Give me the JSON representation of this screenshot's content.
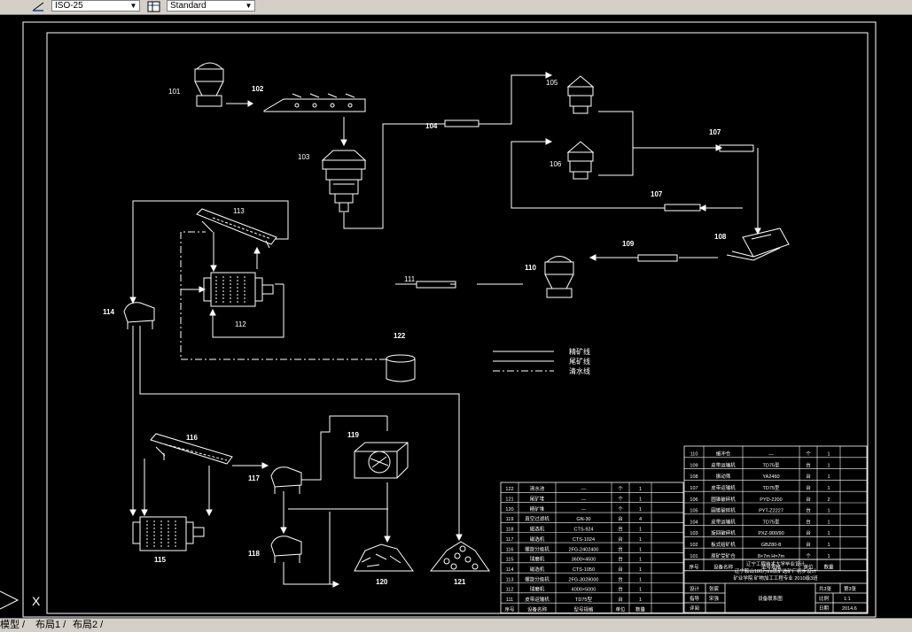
{
  "toolbar": {
    "dimstyle_value": "ISO-25",
    "tablestyle_value": "Standard"
  },
  "tabs": [
    {
      "label": "模型"
    },
    {
      "label": "布局1"
    },
    {
      "label": "布局2"
    }
  ],
  "ucs_label": "X",
  "equipment_labels": {
    "e101": "101",
    "e102": "102",
    "e103": "103",
    "e104": "104",
    "e105": "105",
    "e106": "106",
    "e107a": "107",
    "e107b": "107",
    "e108": "108",
    "e109": "109",
    "e110": "110",
    "e111": "111",
    "e112": "112",
    "e113": "113",
    "e114": "114",
    "e115": "115",
    "e116": "116",
    "e117": "117",
    "e118": "118",
    "e119": "119",
    "e120": "120",
    "e121": "121",
    "e122": "122"
  },
  "legend": [
    {
      "label": "精矿线"
    },
    {
      "label": "尾矿线"
    },
    {
      "label": "清水线"
    }
  ],
  "table_right": {
    "rows": [
      [
        "110",
        "缓冲仓",
        "—",
        "个",
        "1"
      ],
      [
        "109",
        "皮带运输机",
        "TD75型",
        "台",
        "1"
      ],
      [
        "108",
        "振动筛",
        "YA2460",
        "台",
        "1"
      ],
      [
        "107",
        "皮带运输机",
        "TD75型",
        "台",
        "1"
      ],
      [
        "106",
        "圆锥破碎机",
        "PYD-2200",
        "台",
        "2"
      ],
      [
        "105",
        "圆锥破碎机",
        "PYT-Z2227",
        "台",
        "1"
      ],
      [
        "104",
        "皮带运输机",
        "TD75型",
        "台",
        "1"
      ],
      [
        "103",
        "旋回破碎机",
        "PXZ-900/90",
        "台",
        "1"
      ],
      [
        "102",
        "板式给矿机",
        "GBZ80-8",
        "台",
        "1"
      ],
      [
        "101",
        "原矿受矿仓",
        "8×7m H=7m",
        "个",
        "1"
      ]
    ],
    "header": [
      "序号",
      "设备名称",
      "型号规格",
      "单位",
      "数量"
    ]
  },
  "table_left": {
    "rows": [
      [
        "122",
        "清水池",
        "—",
        "个",
        "1"
      ],
      [
        "121",
        "尾矿堆",
        "—",
        "个",
        "1"
      ],
      [
        "120",
        "精矿堆",
        "—",
        "个",
        "1"
      ],
      [
        "119",
        "真空过滤机",
        "GN-30",
        "台",
        "4"
      ],
      [
        "118",
        "磁选机",
        "CTS-924",
        "台",
        "1"
      ],
      [
        "117",
        "磁选机",
        "CTS-1024",
        "台",
        "1"
      ],
      [
        "116",
        "螺旋分级机",
        "2FG-2402400",
        "台",
        "1"
      ],
      [
        "115",
        "球磨机",
        "3600×4500",
        "台",
        "1"
      ],
      [
        "114",
        "磁选机",
        "CTS-1050",
        "台",
        "1"
      ],
      [
        "113",
        "螺旋分级机",
        "2FG-3028000",
        "台",
        "1"
      ],
      [
        "112",
        "球磨机",
        "4000×5000",
        "台",
        "1"
      ],
      [
        "111",
        "皮带运输机",
        "TD75型",
        "台",
        "1"
      ]
    ],
    "header": [
      "序号",
      "设备名称",
      "型号规格",
      "单位",
      "数量"
    ]
  },
  "title_block": {
    "line1": "辽宁工程技术大学毕业设计",
    "line2": "辽宁鞍山180万t/a铁矿选矿厂初步设计",
    "line3": "矿业学院 矿物加工工程专业 2010级3班",
    "r1c1": "设计",
    "r1c2": "张宸",
    "r2c1": "指导",
    "r2c2": "宋强",
    "r3c1": "评阅",
    "center": "设备联系图",
    "sheet": "共3张",
    "sheet_no": "第3张",
    "scale_label": "比例",
    "scale_value": "1:1",
    "date_label": "日期",
    "date_value": "2014.6"
  }
}
